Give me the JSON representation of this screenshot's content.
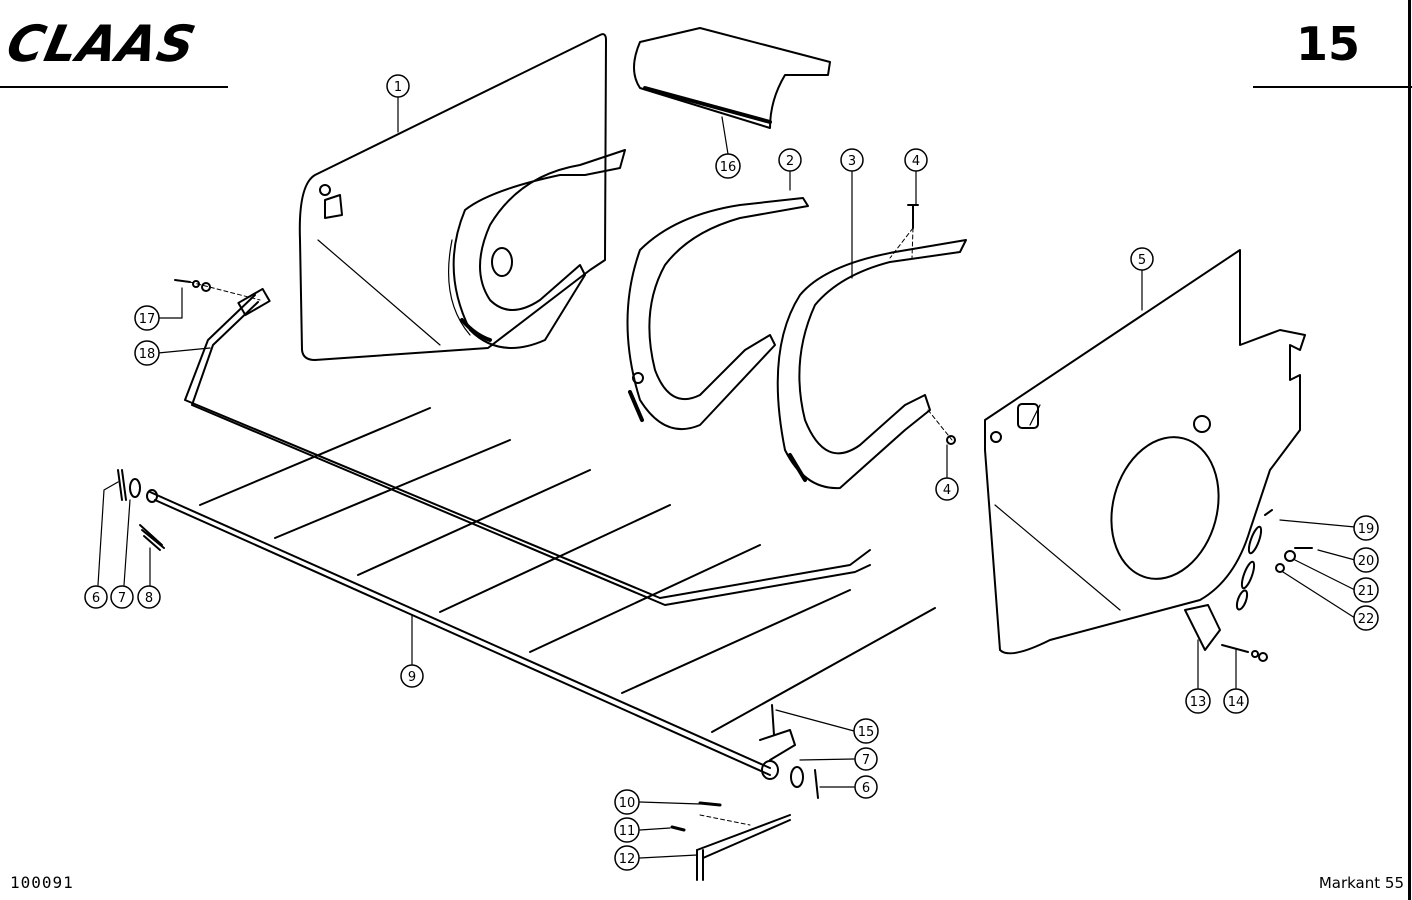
{
  "header": {
    "brand": "CLAAS",
    "page_number": "15"
  },
  "footer": {
    "document_id": "100091",
    "model": "Markant 55"
  },
  "callouts": [
    "1",
    "2",
    "3",
    "4",
    "4",
    "5",
    "6",
    "7",
    "8",
    "9",
    "16",
    "17",
    "18",
    "19",
    "20",
    "21",
    "22",
    "13",
    "14",
    "15",
    "7",
    "6",
    "10",
    "11",
    "12"
  ],
  "icons": {
    "brand_logo": "claas-wordmark"
  }
}
